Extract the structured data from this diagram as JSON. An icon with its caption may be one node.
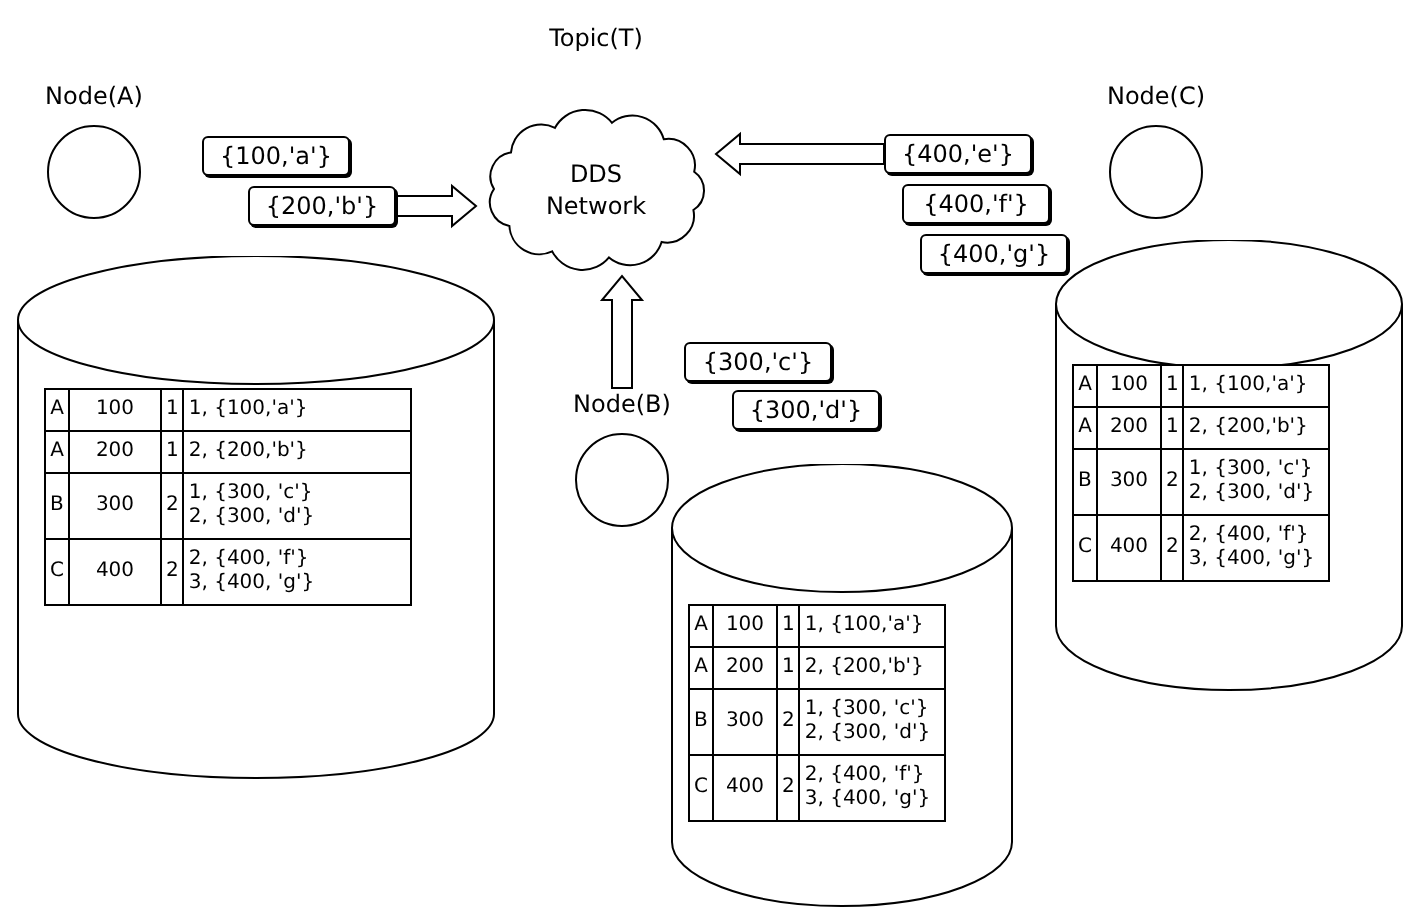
{
  "diagram": {
    "nodes": [
      {
        "text": [
          "Node(A)"
        ]
      },
      {
        "text": [
          "{100,'a'}"
        ]
      },
      {
        "text": [
          "{200,'b'}"
        ]
      },
      {
        "text": [
          "DDS Network"
        ],
        "beside": [
          "Topic(T)"
        ]
      },
      {
        "text": [
          "{400,'e'}"
        ]
      },
      {
        "text": [
          "{400,'f'}"
        ]
      },
      {
        "text": [
          "{400,'g'}"
        ]
      },
      {
        "text": [
          "Node(C)"
        ]
      },
      {
        "text": [],
        "shape": "cylinder"
      },
      {
        "text": [],
        "shape": "cylinder"
      },
      {
        "text": [
          "{300,'c'}"
        ]
      },
      {
        "text": [
          "{300,'d'}"
        ]
      },
      {
        "text": [
          "Node(B)"
        ]
      },
      {
        "text": [],
        "shape": "cylinder"
      }
    ],
    "edges": [
      {
        "from": 2,
        "to": 3,
        "arrow": "to"
      },
      {
        "from": 4,
        "to": 3,
        "arrow": "to"
      },
      {
        "from": 12,
        "to": 3,
        "arrow": "to"
      }
    ],
    "labels": [
      "A",
      "100",
      "1",
      "1, {100,'a'}",
      "A",
      "200",
      "1",
      "2, {200,'b'}",
      "B",
      "300",
      "2",
      "1, {300, 'c'} 2, {300, 'd'}",
      "C",
      "400",
      "2",
      "2, {400, 'f'} 3, {400, 'g'}",
      "A",
      "100",
      "1",
      "1, {100,'a'}",
      "A",
      "200",
      "1",
      "2, {200,'b'}",
      "B",
      "300",
      "2",
      "1, {300, 'c'} 2, {300, 'd'}",
      "C",
      "400",
      "2",
      "2, {400, 'f'} 3, {400, 'g'}",
      "A",
      "100",
      "1",
      "1, {100,'a'}",
      "A",
      "200",
      "1",
      "2, {200,'b'}",
      "B",
      "300",
      "2",
      "1, {300, 'c'} 2, {300, 'd'}",
      "C",
      "400",
      "2",
      "2, {400, 'f'} 3, {400, 'g'}"
    ]
  }
}
